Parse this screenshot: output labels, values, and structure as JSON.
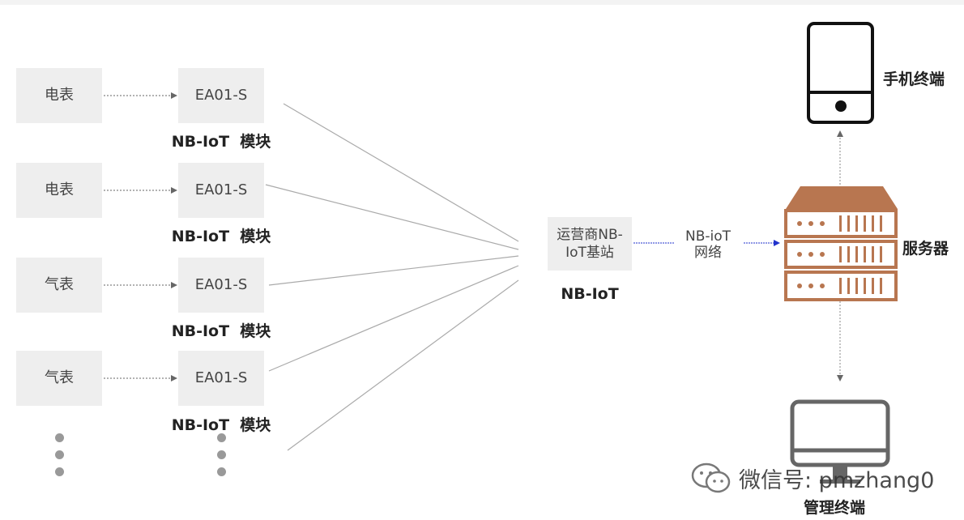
{
  "meters": [
    "电表",
    "电表",
    "气表",
    "气表"
  ],
  "module_name": "EA01-S",
  "module_label": "NB-IoT  模块",
  "station": {
    "line1": "运营商NB-",
    "line2": "IoT基站"
  },
  "station_label": "NB-IoT",
  "network": {
    "line1": "NB-ioT",
    "line2": "网络"
  },
  "server_label": "服务器",
  "phone_label": "手机终端",
  "pc_label": "管理终端",
  "watermark": "微信号: pmzhang0",
  "colors": {
    "server": "#b87650",
    "box": "#eeeeee",
    "device_outline": "#111111",
    "pc_outline": "#666666",
    "network_arrow": "#2233cc"
  }
}
